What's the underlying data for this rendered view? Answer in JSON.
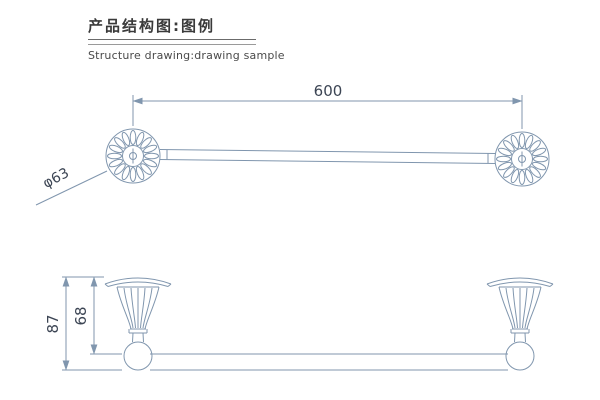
{
  "header": {
    "title_zh": "产品结构图:图例",
    "title_en": "Structure drawing:drawing sample"
  },
  "drawing": {
    "top_view": {
      "length_label": "600",
      "diameter_label": "φ63"
    },
    "side_view": {
      "total_height_label": "87",
      "bar_height_label": "68"
    }
  },
  "colors": {
    "line": "#8096ae",
    "text": "#3c4554",
    "title": "#3a3a3a"
  }
}
